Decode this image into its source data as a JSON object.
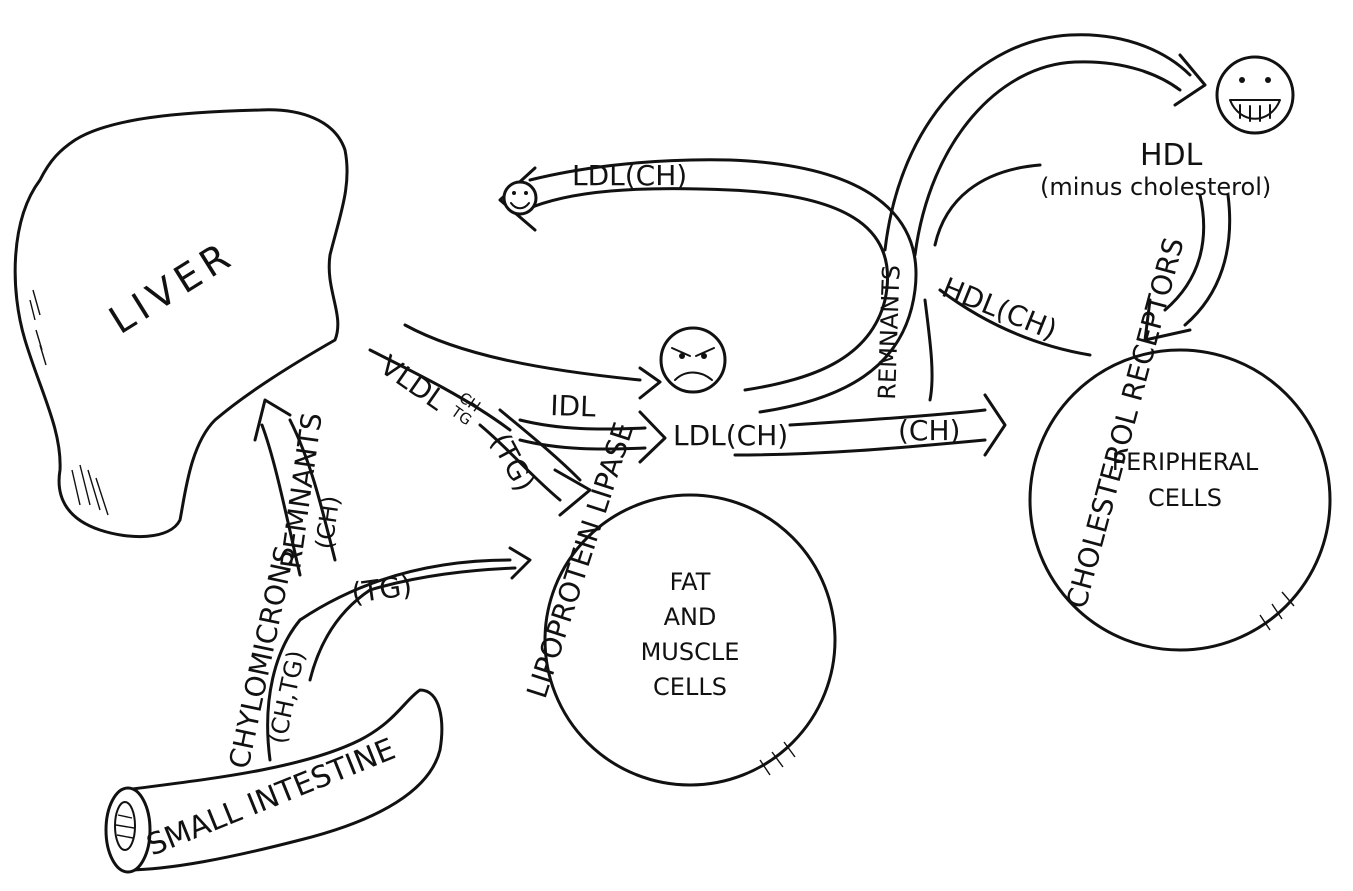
{
  "labels": {
    "liver": "LIVER",
    "small_intestine": "SMALL INTESTINE",
    "chylomicrons": "CHYLOMICRONS",
    "chylomicrons_content": "(CH,TG)",
    "remnants_left": "REMNANTS",
    "remnants_left_content": "(CH)",
    "tg_intestine": "(TG)",
    "vldl": "VLDL",
    "vldl_ch": "CH",
    "vldl_tg": "TG",
    "idl": "IDL",
    "tg_vldl": "(TG)",
    "lipoprotein_lipase": "LIPOPROTEIN LIPASE",
    "fat_cells_line1": "FAT",
    "fat_cells_line2": "AND",
    "fat_cells_line3": "MUSCLE",
    "fat_cells_line4": "CELLS",
    "ldl_center": "LDL(CH)",
    "ldl_top": "LDL(CH)",
    "remnants_right": "REMNANTS",
    "ch_arrow": "(CH)",
    "hdl_ch": "HDL(CH)",
    "hdl": "HDL",
    "hdl_sub": "(minus cholesterol)",
    "cholesterol_receptors": "CHOLESTEROL RECEPTORS",
    "peripheral_line1": "PERIPHERAL",
    "peripheral_line2": "CELLS"
  }
}
